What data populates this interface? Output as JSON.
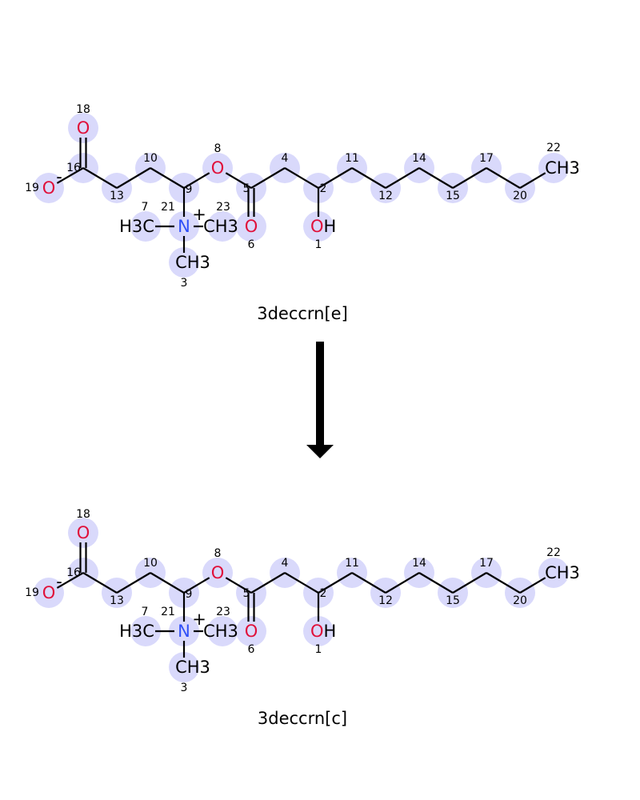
{
  "colors": {
    "highlight": "#d9d9fb",
    "oxygen": "#e0103a",
    "nitrogen": "#3050f8",
    "carbon": "#000000",
    "bond": "#000000"
  },
  "reaction_arrow": {
    "icon": "down-arrow-icon"
  },
  "molecules": [
    {
      "name": "3deccrn[e]"
    },
    {
      "name": "3deccrn[c]"
    }
  ],
  "atoms": [
    {
      "id": "1",
      "label": "OH",
      "element": "O"
    },
    {
      "id": "2",
      "label": "",
      "element": "C"
    },
    {
      "id": "3",
      "label": "CH3",
      "element": "C"
    },
    {
      "id": "4",
      "label": "",
      "element": "C"
    },
    {
      "id": "5",
      "label": "",
      "element": "C"
    },
    {
      "id": "6",
      "label": "O",
      "element": "O"
    },
    {
      "id": "7",
      "label": "H3C",
      "element": "C"
    },
    {
      "id": "8",
      "label": "O",
      "element": "O"
    },
    {
      "id": "9",
      "label": "",
      "element": "C"
    },
    {
      "id": "10",
      "label": "",
      "element": "C"
    },
    {
      "id": "11",
      "label": "",
      "element": "C"
    },
    {
      "id": "12",
      "label": "",
      "element": "C"
    },
    {
      "id": "13",
      "label": "",
      "element": "C"
    },
    {
      "id": "14",
      "label": "",
      "element": "C"
    },
    {
      "id": "15",
      "label": "",
      "element": "C"
    },
    {
      "id": "16",
      "label": "",
      "element": "C"
    },
    {
      "id": "17",
      "label": "",
      "element": "C"
    },
    {
      "id": "18",
      "label": "O",
      "element": "O"
    },
    {
      "id": "19",
      "label": "O",
      "element": "O",
      "charge": "-"
    },
    {
      "id": "20",
      "label": "",
      "element": "C"
    },
    {
      "id": "21",
      "label": "N",
      "element": "N",
      "charge": "+"
    },
    {
      "id": "22",
      "label": "CH3",
      "element": "C"
    },
    {
      "id": "23",
      "label": "CH3",
      "element": "C"
    }
  ],
  "bonds": [
    [
      "19",
      "16",
      1
    ],
    [
      "16",
      "18",
      2
    ],
    [
      "16",
      "13",
      1
    ],
    [
      "13",
      "10",
      1
    ],
    [
      "10",
      "9",
      1
    ],
    [
      "9",
      "8",
      1
    ],
    [
      "8",
      "5",
      1
    ],
    [
      "5",
      "6",
      2
    ],
    [
      "5",
      "4",
      1
    ],
    [
      "4",
      "2",
      1
    ],
    [
      "2",
      "1",
      1
    ],
    [
      "2",
      "11",
      1
    ],
    [
      "11",
      "12",
      1
    ],
    [
      "12",
      "14",
      1
    ],
    [
      "14",
      "15",
      1
    ],
    [
      "15",
      "17",
      1
    ],
    [
      "17",
      "20",
      1
    ],
    [
      "20",
      "22",
      1
    ],
    [
      "9",
      "21",
      1
    ],
    [
      "21",
      "7",
      1
    ],
    [
      "21",
      "23",
      1
    ],
    [
      "21",
      "3",
      1
    ]
  ]
}
